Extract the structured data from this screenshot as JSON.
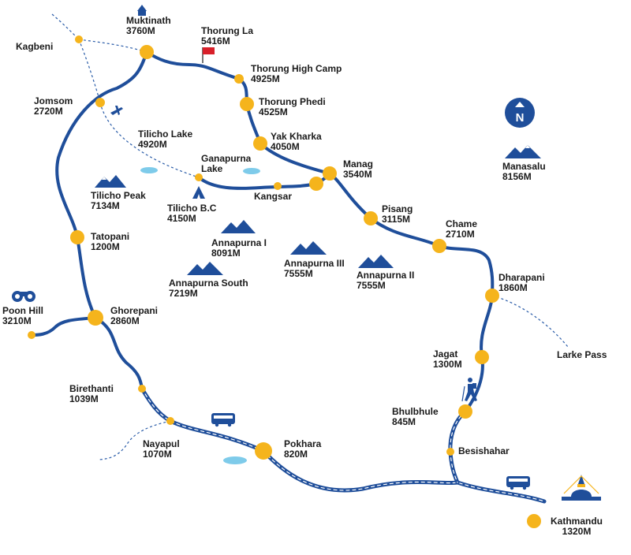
{
  "map": {
    "colors": {
      "route": "#1f4e9a",
      "dashed": "#2a5ca8",
      "stop": "#f5b41c",
      "mountain": "#1f4e9a",
      "lake": "#7ecbea",
      "flag": "#d8202a"
    },
    "places": {
      "muktinath": {
        "name": "Muktinath",
        "alt": "3760M"
      },
      "thorung_la": {
        "name": "Thorung La",
        "alt": "5416M"
      },
      "high_camp": {
        "name": "Thorung High Camp",
        "alt": "4925M"
      },
      "phedi": {
        "name": "Thorung Phedi",
        "alt": "4525M"
      },
      "yak_kharka": {
        "name": "Yak Kharka",
        "alt": "4050M"
      },
      "manag": {
        "name": "Manag",
        "alt": "3540M"
      },
      "kangsar": {
        "name": "Kangsar"
      },
      "ganapurna": {
        "name1": "Ganapurna",
        "name2": "Lake"
      },
      "tilicho_bc": {
        "name": "Tilicho B.C",
        "alt": "4150M"
      },
      "tilicho_lake": {
        "name": "Tilicho Lake",
        "alt": "4920M"
      },
      "kagbeni": {
        "name": "Kagbeni"
      },
      "jomsom": {
        "name": "Jomsom",
        "alt": "2720M"
      },
      "pisang": {
        "name": "Pisang",
        "alt": "3115M"
      },
      "chame": {
        "name": "Chame",
        "alt": "2710M"
      },
      "dharapani": {
        "name": "Dharapani",
        "alt": "1860M"
      },
      "larke": {
        "name": "Larke Pass"
      },
      "jagat": {
        "name": "Jagat",
        "alt": "1300M"
      },
      "bhulbhule": {
        "name": "Bhulbhule",
        "alt": "845M"
      },
      "besishahar": {
        "name": "Besishahar"
      },
      "kathmandu": {
        "name": "Kathmandu",
        "alt": "1320M"
      },
      "pokhara": {
        "name": "Pokhara",
        "alt": "820M"
      },
      "nayapul": {
        "name": "Nayapul",
        "alt": "1070M"
      },
      "birethanti": {
        "name": "Birethanti",
        "alt": "1039M"
      },
      "ghorepani": {
        "name": "Ghorepani",
        "alt": "2860M"
      },
      "poon_hill": {
        "name": "Poon Hill",
        "alt": "3210M"
      },
      "tatopani": {
        "name": "Tatopani",
        "alt": "1200M"
      }
    },
    "peaks": {
      "tilicho_peak": {
        "name": "Tilicho Peak",
        "alt": "7134M"
      },
      "annapurna_i": {
        "name": "Annapurna I",
        "alt": "8091M"
      },
      "annapurna_iii": {
        "name": "Annapurna III",
        "alt": "7555M"
      },
      "annapurna_ii": {
        "name": "Annapurna II",
        "alt": "7555M"
      },
      "annapurna_south": {
        "name": "Annapurna South",
        "alt": "7219M"
      },
      "manasalu": {
        "name": "Manasalu",
        "alt": "8156M"
      }
    },
    "compass_letter": "N"
  }
}
